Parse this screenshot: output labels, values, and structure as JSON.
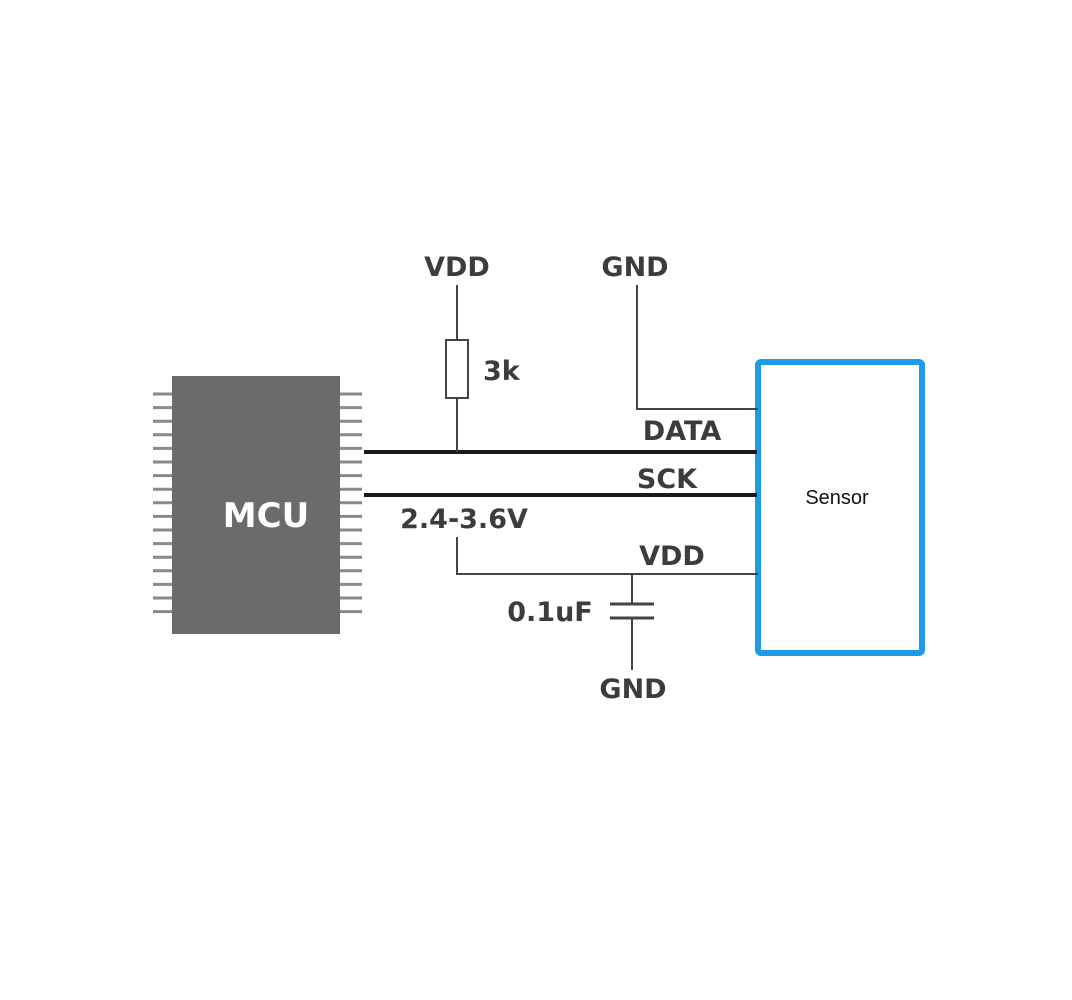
{
  "diagram": {
    "mcu": {
      "label": "MCU",
      "body_color": "#6b6b6b",
      "pin_color": "#8a8a8a"
    },
    "sensor": {
      "label": "Sensor",
      "border_color": "#1e9be6"
    },
    "resistor": {
      "value": "3k"
    },
    "capacitor": {
      "value": "0.1uF"
    },
    "supply_range": "2.4-3.6V",
    "rails": {
      "vdd_top": "VDD",
      "gnd_top": "GND",
      "gnd_bottom": "GND"
    },
    "signals": {
      "data": "DATA",
      "sck": "SCK",
      "vdd": "VDD"
    }
  }
}
